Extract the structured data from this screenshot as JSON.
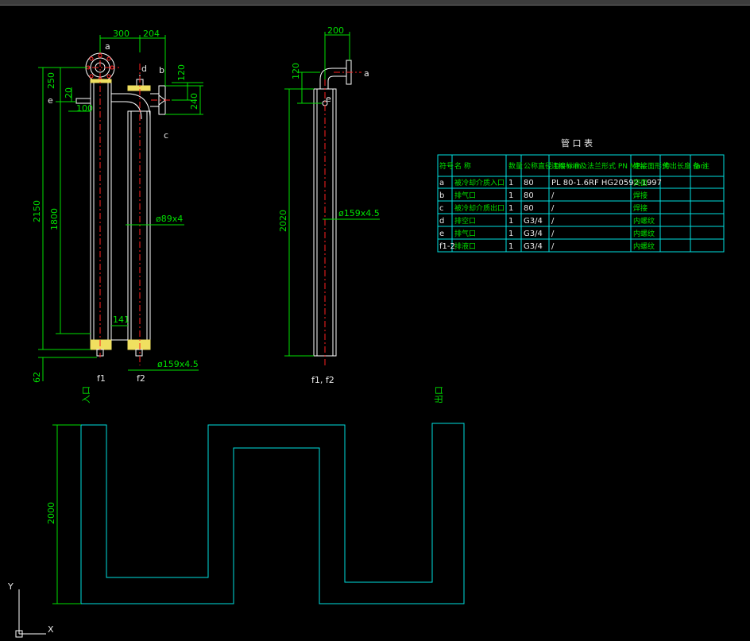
{
  "dims": {
    "w300": "300",
    "w204": "204",
    "w200": "200",
    "h250": "250",
    "h20": "20",
    "h120a": "120",
    "h240": "240",
    "h120b": "120",
    "w100": "100",
    "h2150": "2150",
    "h1800": "1800",
    "h62": "62",
    "w141": "141",
    "d89": "ø89x4",
    "d159a": "ø159x4.5",
    "d159b": "ø159x4.5",
    "h2020": "2020",
    "h2000": "2000"
  },
  "labels": {
    "a1": "a",
    "d": "d",
    "b": "b",
    "c": "c",
    "e1": "e",
    "f1": "f1",
    "f2": "f2",
    "a2": "a",
    "e2": "e",
    "f1f2": "f1, f2",
    "view_left": "入口",
    "view_right": "出口"
  },
  "nozzle_table": {
    "title": "管 口 表",
    "headers": [
      "符号",
      "名 称",
      "数量",
      "公称直径 DN mm",
      "连接标准及法兰形式 PN MPa",
      "连接面形式",
      "伸出长度 mm",
      "备 注"
    ],
    "rows": [
      {
        "sym": "a",
        "name": "被冷却介质入口",
        "qty": "1",
        "dn": "80",
        "std": "PL 80-1.6RF HG20592-1997",
        "face": "突面",
        "len": "",
        "note": ""
      },
      {
        "sym": "b",
        "name": "排气口",
        "qty": "1",
        "dn": "80",
        "std": "/",
        "face": "焊接",
        "len": "",
        "note": ""
      },
      {
        "sym": "c",
        "name": "被冷却介质出口",
        "qty": "1",
        "dn": "80",
        "std": "/",
        "face": "焊接",
        "len": "",
        "note": ""
      },
      {
        "sym": "d",
        "name": "排空口",
        "qty": "1",
        "dn": "G3/4",
        "std": "/",
        "face": "内螺纹",
        "len": "",
        "note": ""
      },
      {
        "sym": "e",
        "name": "排气口",
        "qty": "1",
        "dn": "G3/4",
        "std": "/",
        "face": "内螺纹",
        "len": "",
        "note": ""
      },
      {
        "sym": "f1-2",
        "name": "排液口",
        "qty": "1",
        "dn": "G3/4",
        "std": "/",
        "face": "内螺纹",
        "len": "",
        "note": ""
      }
    ]
  },
  "ucs": {
    "x": "X",
    "y": "Y"
  },
  "colors": {
    "bg": "#000000",
    "line": "#ffffff",
    "dim": "#00e000",
    "center": "#ff2020",
    "cyan": "#00e0e0",
    "yellow": "#f0e060"
  }
}
